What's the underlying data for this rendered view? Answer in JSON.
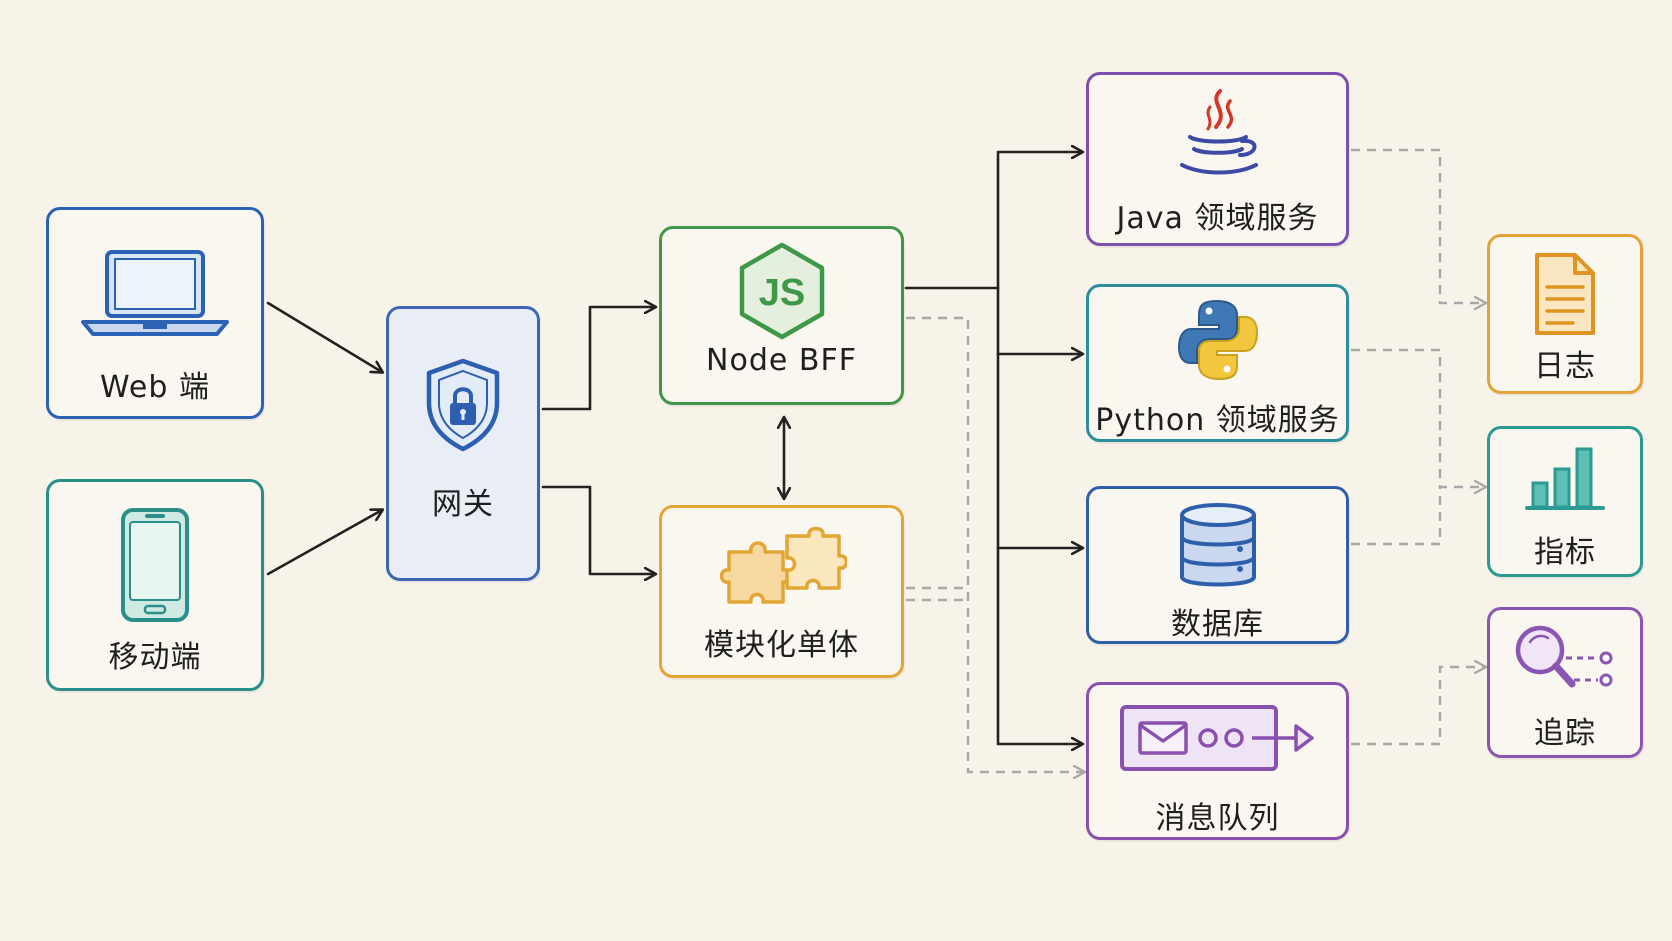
{
  "nodes": {
    "web": {
      "label": "Web 端",
      "icon": "laptop-icon"
    },
    "mobile": {
      "label": "移动端",
      "icon": "smartphone-icon"
    },
    "gateway": {
      "label": "网关",
      "icon": "shield-lock-icon"
    },
    "node_bff": {
      "label": "Node BFF",
      "icon": "nodejs-icon",
      "icon_text": "JS"
    },
    "monolith": {
      "label": "模块化单体",
      "icon": "puzzle-icon"
    },
    "java": {
      "label": "Java 领域服务",
      "icon": "java-coffee-icon"
    },
    "python": {
      "label": "Python 领域服务",
      "icon": "python-icon"
    },
    "database": {
      "label": "数据库",
      "icon": "database-icon"
    },
    "queue": {
      "label": "消息队列",
      "icon": "message-queue-icon"
    },
    "logs": {
      "label": "日志",
      "icon": "document-icon"
    },
    "metrics": {
      "label": "指标",
      "icon": "bar-chart-icon"
    },
    "tracing": {
      "label": "追踪",
      "icon": "magnifier-trace-icon"
    }
  },
  "colors": {
    "background": "#f8f3e8",
    "web": "#2b62b3",
    "mobile": "#2a8f8a",
    "gateway": "#3d67b6",
    "node_bff": "#3f9748",
    "monolith": "#e3a635",
    "java": "#7d4fb0",
    "python": "#2c8e9b",
    "database": "#2d5faa",
    "queue": "#8a50ad",
    "logs": "#e6a238",
    "metrics": "#2a9a92",
    "tracing": "#8a55b3",
    "solid_arrow": "#222222",
    "dashed_arrow": "#a8a8a8"
  },
  "edges": {
    "solid": [
      "web→gateway",
      "mobile→gateway",
      "gateway→node_bff",
      "gateway→monolith",
      "node_bff↔monolith",
      "node_bff→java",
      "node_bff→python",
      "node_bff→database",
      "node_bff→queue"
    ],
    "dashed": [
      "node_bff→queue",
      "monolith→queue",
      "java→logs",
      "python→metrics",
      "database→metrics",
      "queue→tracing"
    ]
  }
}
